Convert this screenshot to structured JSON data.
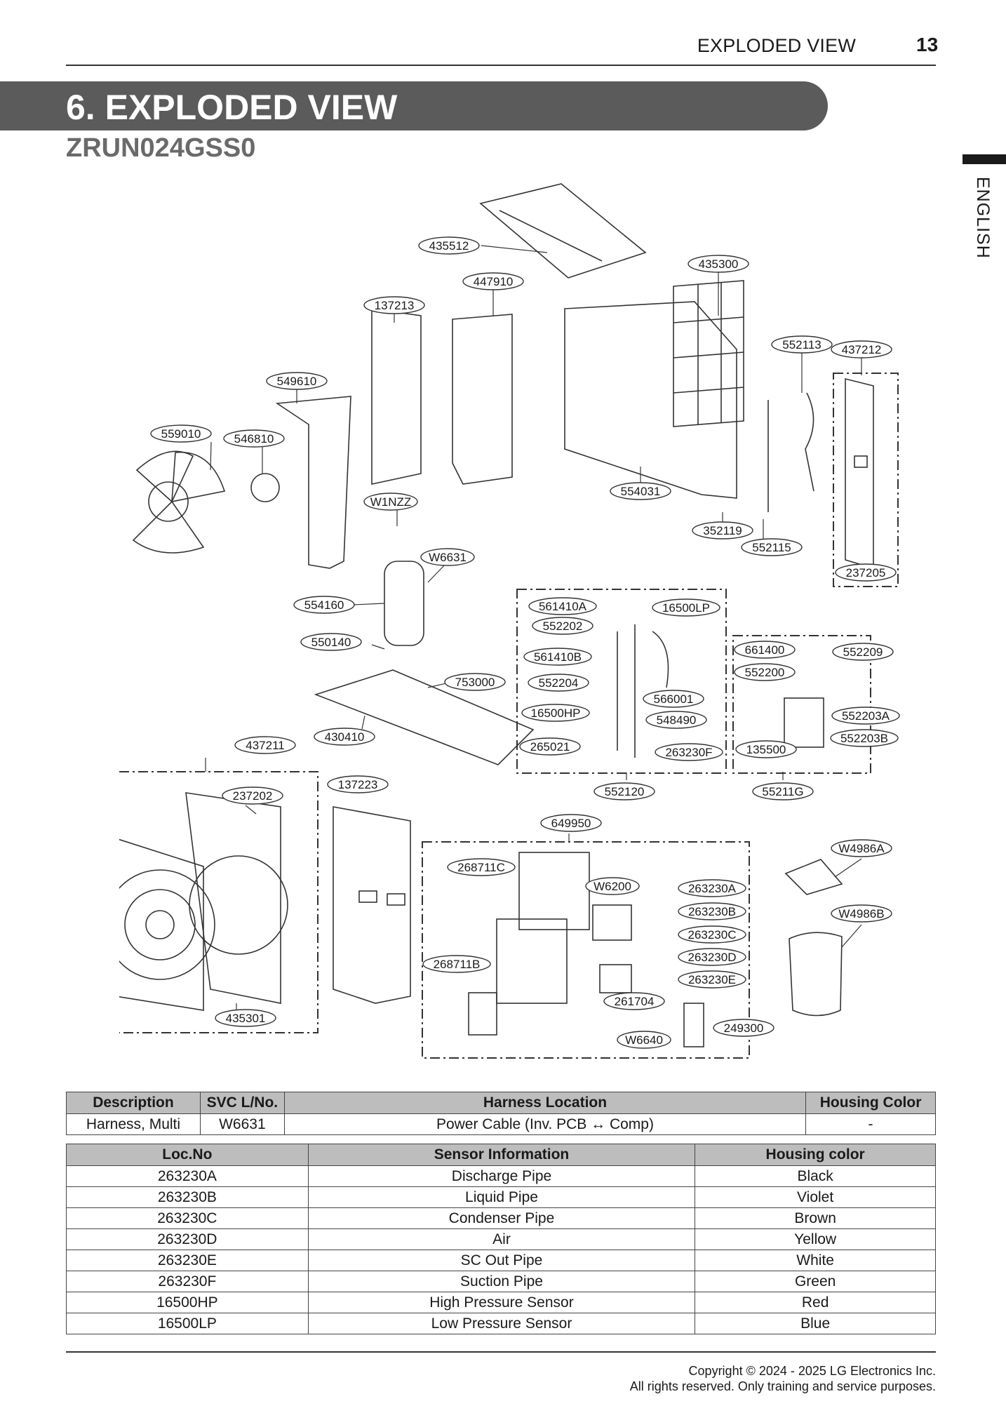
{
  "header": {
    "section": "EXPLODED VIEW",
    "page": "13"
  },
  "title": "6. EXPLODED VIEW",
  "model": "ZRUN024GSS0",
  "side_language": "ENGLISH",
  "part_labels": [
    "435512",
    "435300",
    "447910",
    "137213",
    "552113",
    "437212",
    "549610",
    "559010",
    "546810",
    "554031",
    "W1NZZ",
    "352119",
    "552115",
    "W6631",
    "237205",
    "554160",
    "561410A",
    "16500LP",
    "552202",
    "661400",
    "552209",
    "550140",
    "561410B",
    "552200",
    "753000",
    "552204",
    "566001",
    "552203A",
    "16500HP",
    "548490",
    "552203B",
    "437211",
    "430410",
    "265021",
    "263230F",
    "135500",
    "137223",
    "552120",
    "55211G",
    "237202",
    "649950",
    "W4986A",
    "268711C",
    "W6200",
    "263230A",
    "263230B",
    "W4986B",
    "263230C",
    "263230D",
    "268711B",
    "263230E",
    "261704",
    "249300",
    "W6640",
    "435301"
  ],
  "harness_table": {
    "headers": [
      "Description",
      "SVC L/No.",
      "Harness Location",
      "Housing Color"
    ],
    "rows": [
      [
        "Harness, Multi",
        "W6631",
        "Power Cable (Inv. PCB ↔ Comp)",
        "-"
      ]
    ]
  },
  "sensor_table": {
    "headers": [
      "Loc.No",
      "Sensor Information",
      "Housing color"
    ],
    "rows": [
      [
        "263230A",
        "Discharge Pipe",
        "Black"
      ],
      [
        "263230B",
        "Liquid Pipe",
        "Violet"
      ],
      [
        "263230C",
        "Condenser Pipe",
        "Brown"
      ],
      [
        "263230D",
        "Air",
        "Yellow"
      ],
      [
        "263230E",
        "SC Out Pipe",
        "White"
      ],
      [
        "263230F",
        "Suction Pipe",
        "Green"
      ],
      [
        "16500HP",
        "High Pressure Sensor",
        "Red"
      ],
      [
        "16500LP",
        "Low Pressure Sensor",
        "Blue"
      ]
    ]
  },
  "footer": {
    "copyright": "Copyright © 2024 - 2025 LG Electronics Inc.",
    "rights": "All rights reserved. Only training and service purposes."
  }
}
